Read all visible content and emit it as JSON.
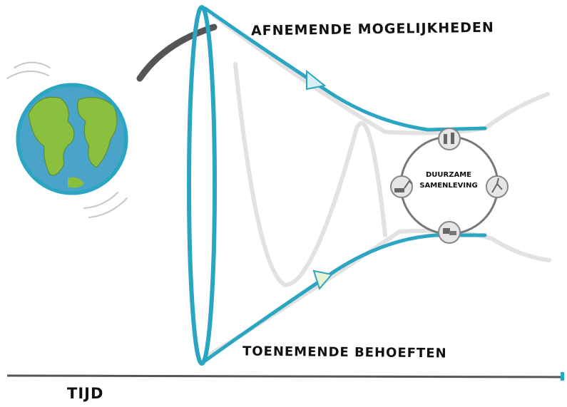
{
  "labels": {
    "top": "AFNEMENDE MOGELIJKHEDEN",
    "bottom": "TOENEMENDE BEHOEFTEN",
    "time_axis": "TIJD",
    "goal_line1": "DUURZAME",
    "goal_line2": "SAMENLEVING"
  },
  "colors": {
    "funnel": "#2aa5c2",
    "ghost": "#e2e2e2",
    "earth_ocean": "#4aa3c9",
    "earth_land": "#8bbf3e",
    "axis": "#555555"
  },
  "icons": [
    "people-icon",
    "plant-network-icon",
    "house-car-icon",
    "excavator-icon"
  ]
}
